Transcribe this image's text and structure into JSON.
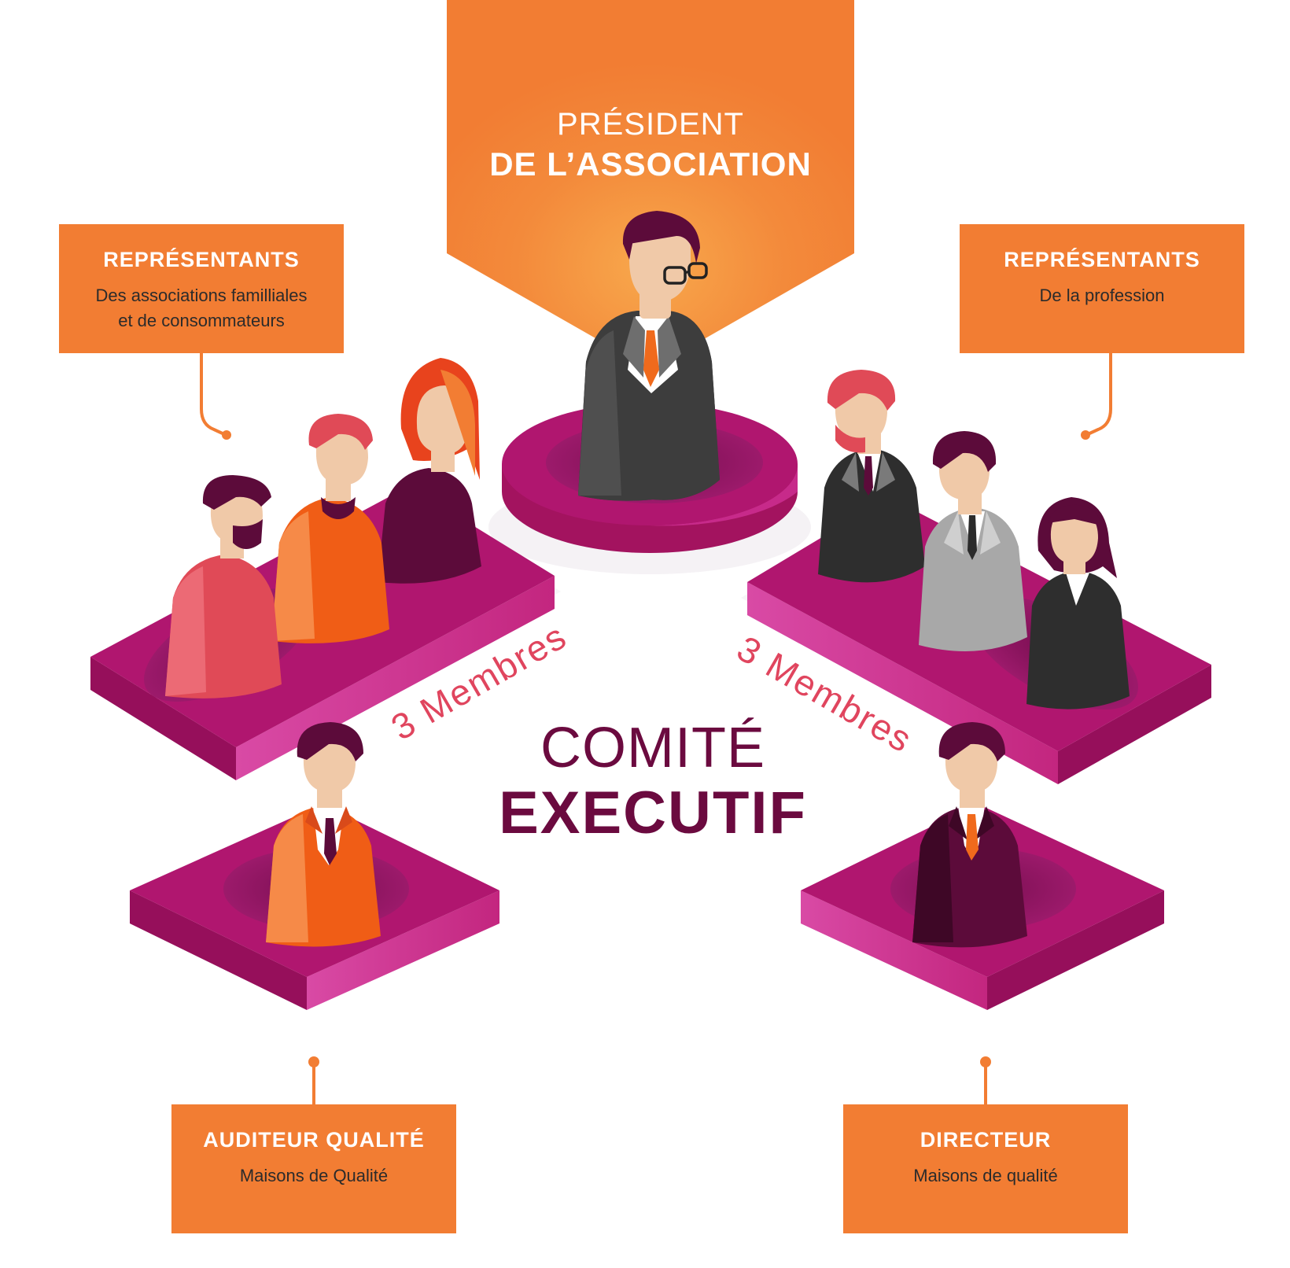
{
  "president": {
    "line1": "PRÉSIDENT",
    "line2": "DE L’ASSOCIATION"
  },
  "center": {
    "line1": "COMITÉ",
    "line2": "EXECUTIF"
  },
  "groups": {
    "left_count_label": "3 Membres",
    "right_count_label": "3 Membres"
  },
  "boxes": {
    "top_left": {
      "title": "REPRÉSENTANTS",
      "line1": "Des associations familliales",
      "line2": "et de consommateurs"
    },
    "top_right": {
      "title": "REPRÉSENTANTS",
      "line1": "De la profession",
      "line2": ""
    },
    "bottom_left": {
      "title": "AUDITEUR QUALITÉ",
      "line1": "Maisons de Qualité",
      "line2": ""
    },
    "bottom_right": {
      "title": "DIRECTEUR",
      "line1": "Maisons de qualité",
      "line2": ""
    }
  },
  "colors": {
    "orange": "#f27d33",
    "magenta": "#b0166f",
    "plum": "#6b0a3f",
    "coral": "#e0455e",
    "white": "#ffffff"
  },
  "icons": [
    "president-person-icon",
    "citizen-person-icon",
    "professional-person-icon",
    "auditor-person-icon",
    "director-person-icon"
  ]
}
